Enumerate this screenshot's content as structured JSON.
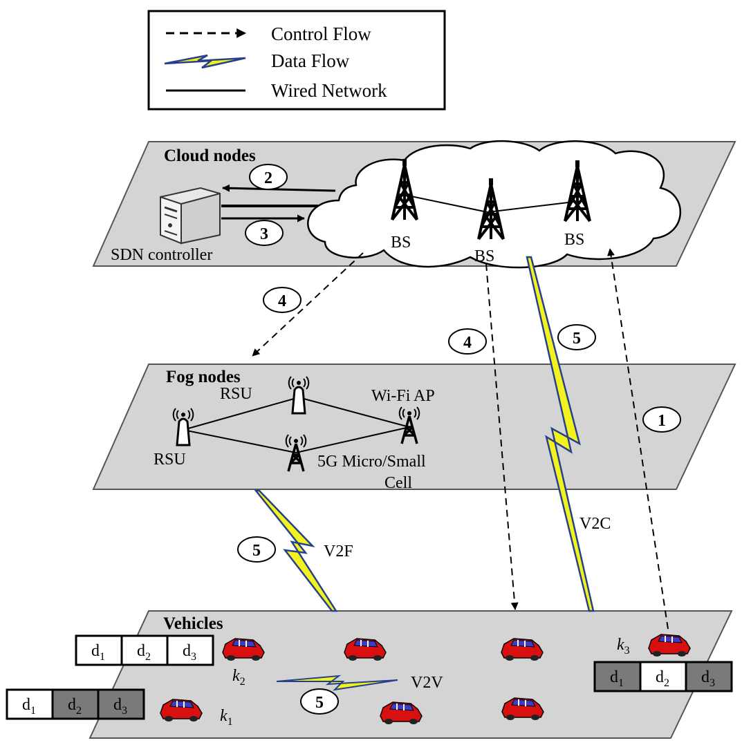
{
  "legend": {
    "control_flow": "Control Flow",
    "data_flow": "Data Flow",
    "wired_network": "Wired Network"
  },
  "cloud_layer": {
    "title": "Cloud nodes",
    "controller_label": "SDN controller",
    "bs_label": "BS"
  },
  "fog_layer": {
    "title": "Fog nodes",
    "rsu_label": "RSU",
    "wifi_label": "Wi-Fi AP",
    "cell_label_line1": "5G Micro/Small",
    "cell_label_line2": "Cell"
  },
  "vehicle_layer": {
    "title": "Vehicles",
    "k1": "k",
    "k1_sub": "1",
    "k2": "k",
    "k2_sub": "2",
    "k3": "k",
    "k3_sub": "3",
    "v2v": "V2V"
  },
  "links": {
    "v2f": "V2F",
    "v2c": "V2C"
  },
  "steps": {
    "s1": "1",
    "s2": "2",
    "s3": "3",
    "s4": "4",
    "s5": "5"
  },
  "data_blocks": {
    "d1": "d",
    "d2": "d",
    "d3": "d",
    "sub1": "1",
    "sub2": "2",
    "sub3": "3",
    "k2_block_state": [
      "empty",
      "empty",
      "empty"
    ],
    "k1_block_state": [
      "empty",
      "filled",
      "filled"
    ],
    "k3_block_state": [
      "filled",
      "empty",
      "filled"
    ]
  },
  "colors": {
    "plane_fill": "#d4d4d4",
    "filled_block": "#7a7a7a",
    "lightning_fill": "#f2f21e",
    "lightning_edge": "#27408b",
    "car_body": "#d81010",
    "car_window": "#3c3cc8"
  }
}
